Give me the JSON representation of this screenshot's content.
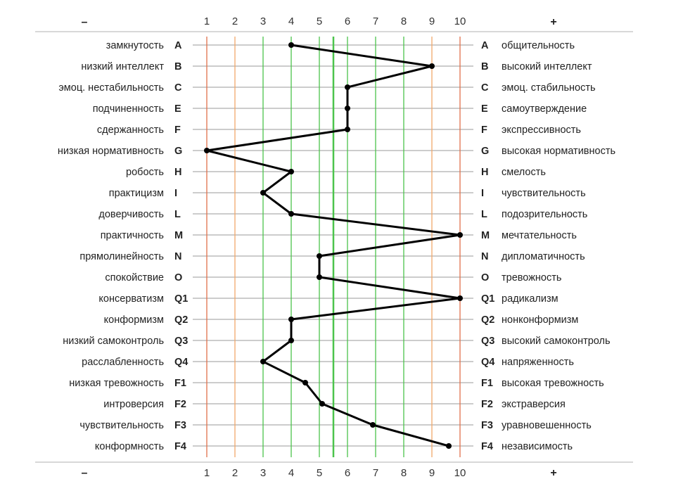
{
  "chart_data": {
    "type": "line",
    "title": "",
    "xlabel": "",
    "ylabel": "",
    "header_left": "–",
    "header_right": "+",
    "x_ticks": [
      "1",
      "2",
      "3",
      "4",
      "5",
      "6",
      "7",
      "8",
      "9",
      "10"
    ],
    "xlim": [
      1,
      10
    ],
    "center_line": 5.5,
    "colors": {
      "extreme": "#e0704c",
      "outer": "#f0a86a",
      "normal": "#4cc44c",
      "center": "#4cc44c",
      "line": "#000000",
      "grid": "#cccccc",
      "separator": "#cccccc"
    },
    "factors": [
      {
        "code": "A",
        "left": "замкнутость",
        "right": "общительность",
        "value": 4
      },
      {
        "code": "B",
        "left": "низкий интеллект",
        "right": "высокий интеллект",
        "value": 9
      },
      {
        "code": "C",
        "left": "эмоц. нестабильность",
        "right": "эмоц. стабильность",
        "value": 6
      },
      {
        "code": "E",
        "left": "подчиненность",
        "right": "самоутверждение",
        "value": 6
      },
      {
        "code": "F",
        "left": "сдержанность",
        "right": "экспрессивность",
        "value": 6
      },
      {
        "code": "G",
        "left": "низкая нормативность",
        "right": "высокая нормативность",
        "value": 1
      },
      {
        "code": "H",
        "left": "робость",
        "right": "смелость",
        "value": 4
      },
      {
        "code": "I",
        "left": "практицизм",
        "right": "чувствительность",
        "value": 3
      },
      {
        "code": "L",
        "left": "доверчивость",
        "right": "подозрительность",
        "value": 4
      },
      {
        "code": "M",
        "left": "практичность",
        "right": "мечтательность",
        "value": 10
      },
      {
        "code": "N",
        "left": "прямолинейность",
        "right": "дипломатичность",
        "value": 5
      },
      {
        "code": "O",
        "left": "спокойствие",
        "right": "тревожность",
        "value": 5
      },
      {
        "code": "Q1",
        "left": "консерватизм",
        "right": "радикализм",
        "value": 10
      },
      {
        "code": "Q2",
        "left": "конформизм",
        "right": "нонконформизм",
        "value": 4
      },
      {
        "code": "Q3",
        "left": "низкий самоконтроль",
        "right": "высокий самоконтроль",
        "value": 4
      },
      {
        "code": "Q4",
        "left": "расслабленность",
        "right": "напряженность",
        "value": 3
      },
      {
        "code": "F1",
        "left": "низкая тревожность",
        "right": "высокая тревожность",
        "value": 4.5
      },
      {
        "code": "F2",
        "left": "интроверсия",
        "right": "экстраверсия",
        "value": 5.1
      },
      {
        "code": "F3",
        "left": "чувствительность",
        "right": "уравновешенность",
        "value": 6.9
      },
      {
        "code": "F4",
        "left": "конформность",
        "right": "независимость",
        "value": 9.6
      }
    ]
  }
}
